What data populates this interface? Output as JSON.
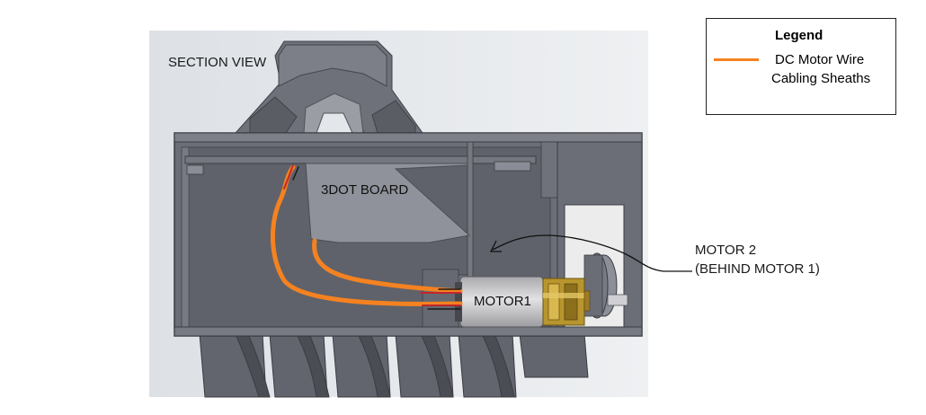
{
  "labels": {
    "section_view": "SECTION VIEW",
    "board": "3DOT BOARD",
    "motor1": "MOTOR1",
    "motor2_line1": "MOTOR 2",
    "motor2_line2": "(BEHIND MOTOR 1)"
  },
  "legend": {
    "title": "Legend",
    "entry_line1": "DC Motor Wire",
    "entry_line2": "Cabling Sheaths",
    "entry_color": "#f58220"
  },
  "colors": {
    "background_panel": "#dfe3e8",
    "body_gray": "#6b6e76",
    "body_dark": "#4e5158",
    "body_light": "#8a8d95",
    "motor_silver": "#c9c9cc",
    "gear_gold": "#b8952e",
    "wire_orange": "#f58220",
    "wire_red": "#c0282d",
    "annotation": "#111111"
  }
}
